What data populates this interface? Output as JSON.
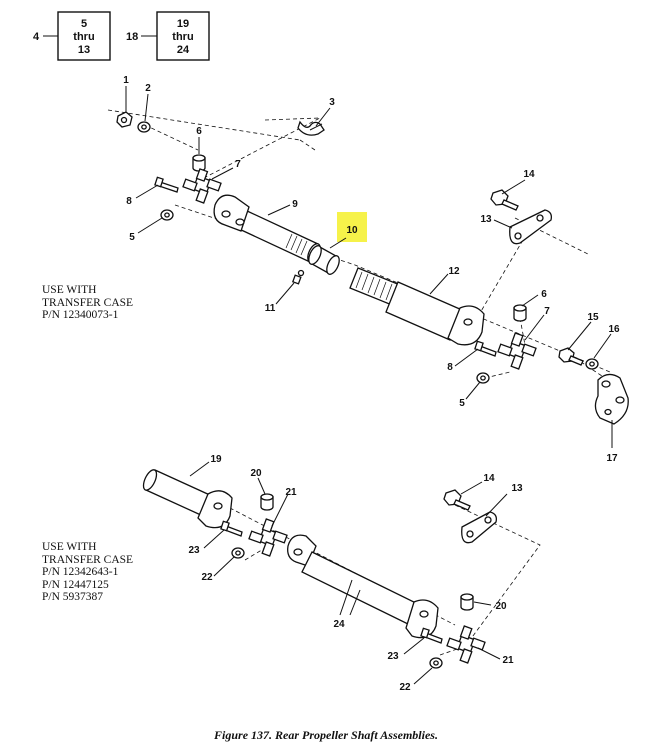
{
  "ref_boxes": [
    {
      "lead": "4",
      "top": "5",
      "mid": "thru",
      "bottom": "13"
    },
    {
      "lead": "18",
      "top": "19",
      "mid": "thru",
      "bottom": "24"
    }
  ],
  "callouts_upper": [
    "1",
    "2",
    "3",
    "6",
    "7",
    "8",
    "9",
    "5",
    "10",
    "11",
    "12",
    "14",
    "13",
    "6",
    "7",
    "8",
    "5",
    "15",
    "16",
    "17"
  ],
  "callouts_lower": [
    "19",
    "20",
    "21",
    "23",
    "22",
    "24",
    "14",
    "13",
    "20",
    "23",
    "21",
    "22"
  ],
  "notes": {
    "upper": "USE WITH\nTRANSFER CASE\nP/N 12340073-1",
    "lower": "USE WITH\nTRANSFER CASE\nP/N 12342643-1\nP/N 12447125\nP/N 5937387"
  },
  "highlight": {
    "label": "10",
    "color": "#f6f24a"
  },
  "caption": "Figure 137.  Rear Propeller Shaft Assemblies."
}
